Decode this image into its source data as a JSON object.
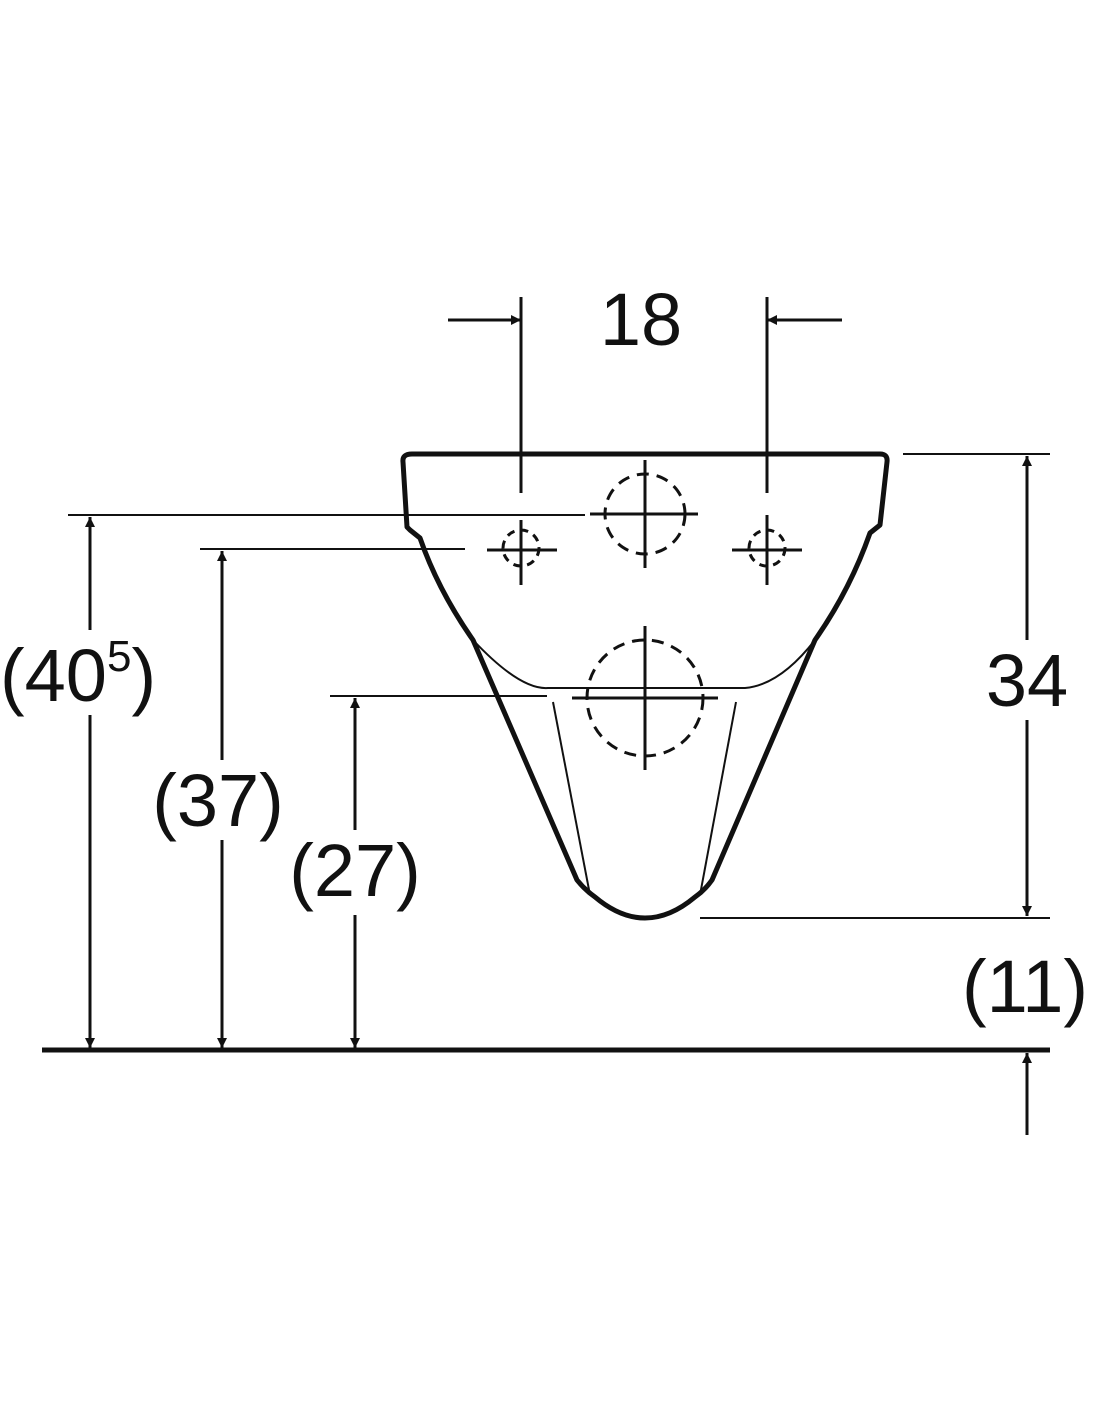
{
  "drawing": {
    "ink_color": "#111111",
    "dimensions": {
      "outlet_spacing": "18",
      "bowl_height": "34",
      "clearance": "(11)",
      "top_fixing_height": {
        "main": "(40",
        "sup": "5",
        "close": ")"
      },
      "bolt_height": "(37)",
      "outlet_height": "(27)"
    }
  }
}
